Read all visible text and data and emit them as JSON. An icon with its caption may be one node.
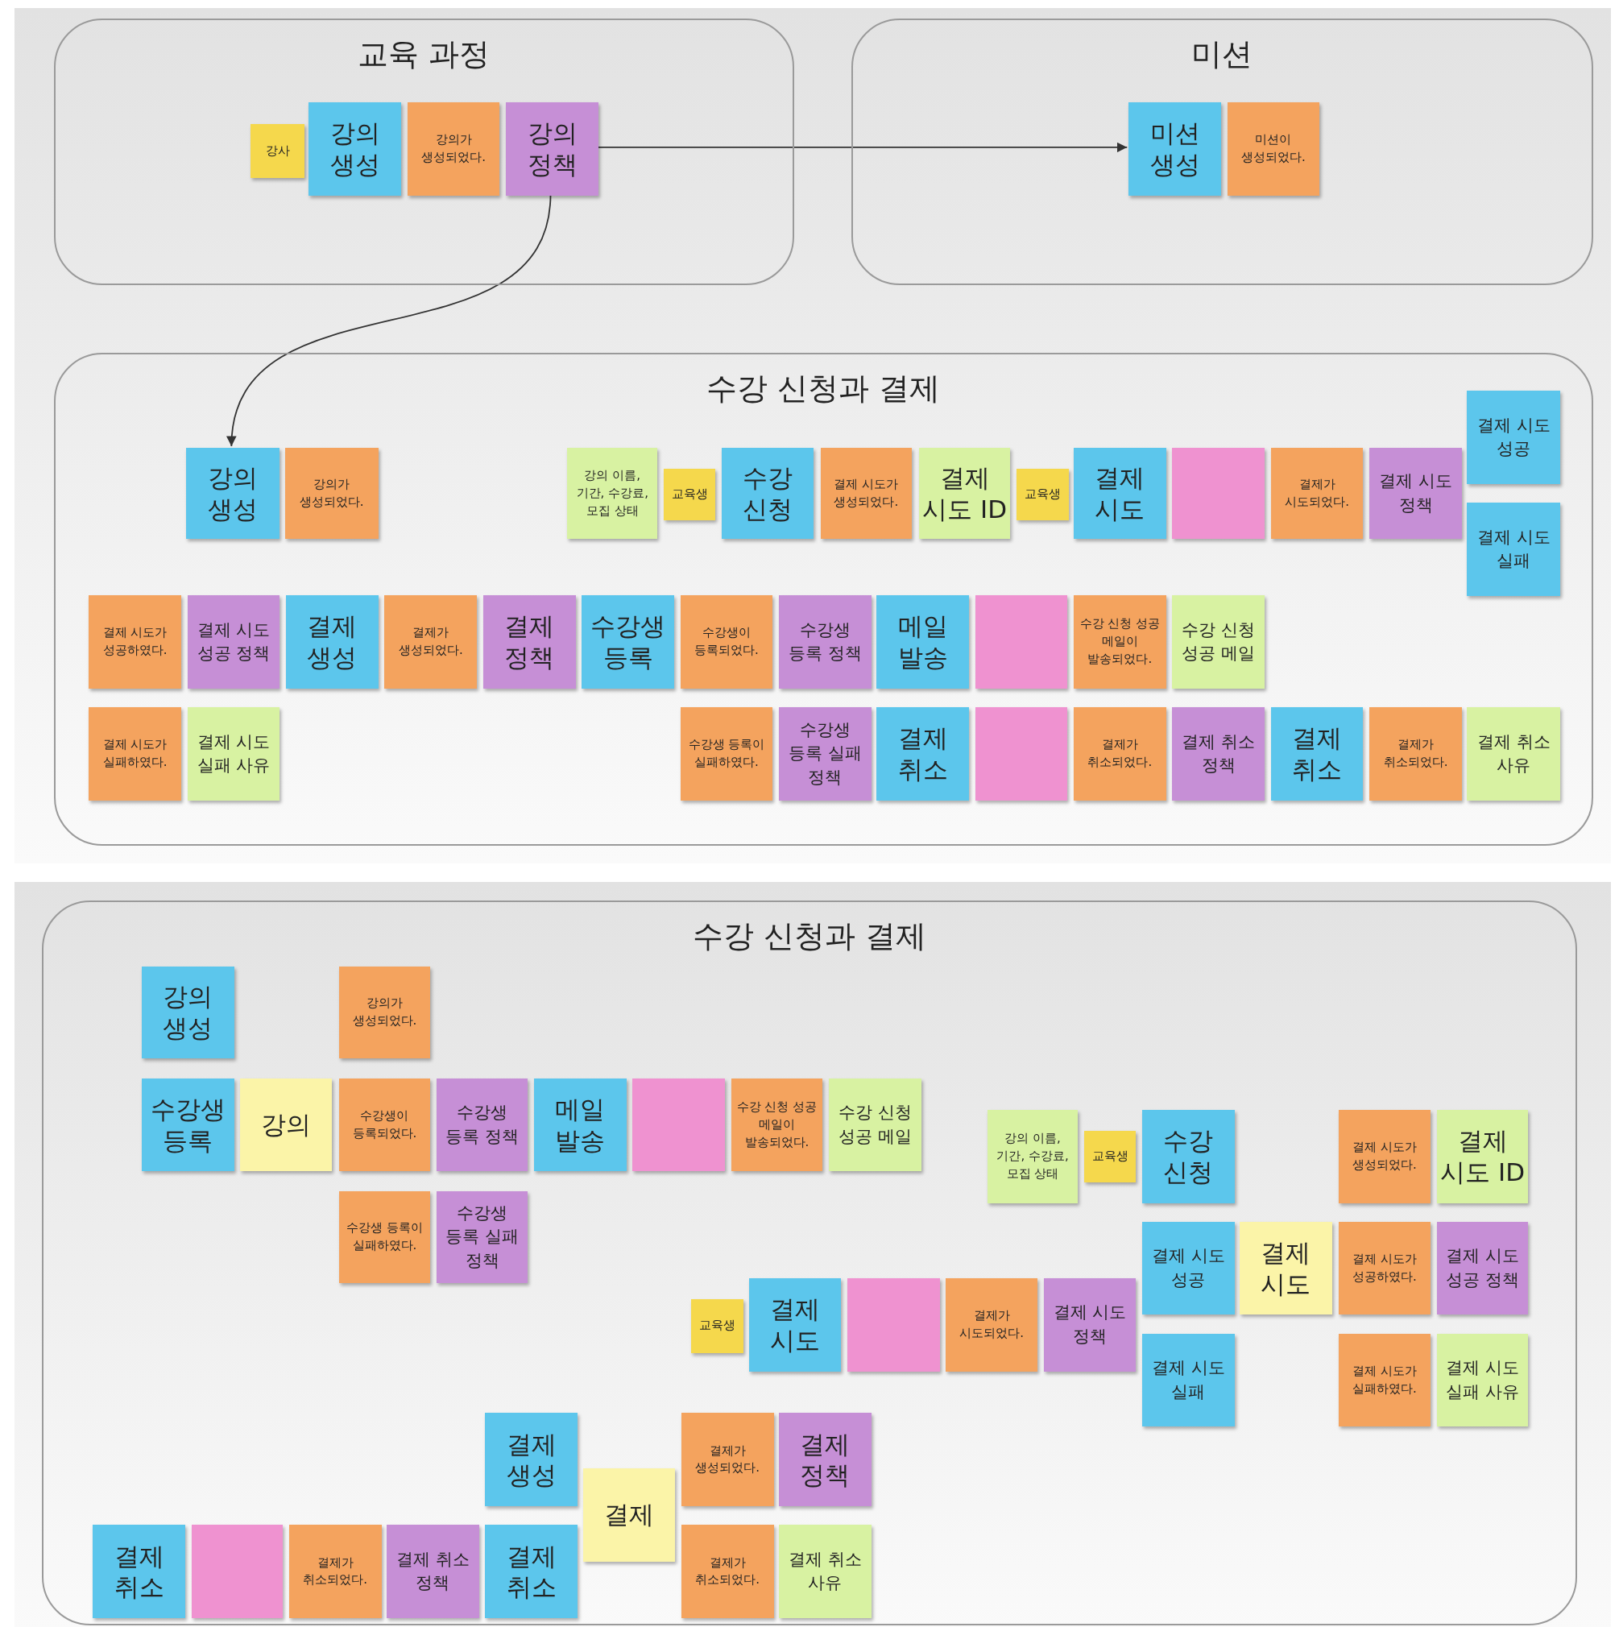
{
  "diagram": {
    "nodes": [
      {
        "text": [
          "교육 과정"
        ]
      },
      {
        "text": [
          "강사"
        ],
        "in": 0
      },
      {
        "text": [
          "강의 생성"
        ],
        "in": 0
      },
      {
        "text": [
          "강의가 생성되었다."
        ],
        "in": 0
      },
      {
        "text": [
          "강의 정책"
        ],
        "in": 0
      },
      {
        "text": [
          "미션"
        ]
      },
      {
        "text": [
          "미션 생성"
        ],
        "in": 5
      },
      {
        "text": [
          "미션이 생성되었다."
        ],
        "in": 5
      },
      {
        "text": [
          "수강 신청과 결제"
        ]
      },
      {
        "text": [
          "강의 생성"
        ],
        "in": 8
      },
      {
        "text": [
          "강의가 생성되었다."
        ],
        "in": 8
      },
      {
        "text": [
          "강의 이름, 기간, 수강료, 모집 상태"
        ],
        "in": 8
      },
      {
        "text": [
          "교육생"
        ],
        "in": 8
      },
      {
        "text": [
          "수강 신청"
        ],
        "in": 8
      },
      {
        "text": [
          "결제 시도가 생성되었다."
        ],
        "in": 8
      },
      {
        "text": [
          "결제 시도 ID"
        ],
        "in": 8
      },
      {
        "text": [
          "교육생"
        ],
        "in": 8
      },
      {
        "text": [
          "결제 시도"
        ],
        "in": 8
      },
      {
        "text": [],
        "shape": "box",
        "in": 8
      },
      {
        "text": [
          "결제가 시도되었다."
        ],
        "in": 8
      },
      {
        "text": [
          "결제 시도 정책"
        ],
        "in": 8
      },
      {
        "text": [
          "결제 시도 성공"
        ],
        "in": 8
      },
      {
        "text": [
          "결제 시도 실패"
        ],
        "in": 8
      },
      {
        "text": [
          "결제 시도가 성공하였다."
        ],
        "in": 8
      },
      {
        "text": [
          "결제 시도 성공 정책"
        ],
        "in": 8
      },
      {
        "text": [
          "결제 생성"
        ],
        "in": 8
      },
      {
        "text": [
          "결제가 생성되었다."
        ],
        "in": 8
      },
      {
        "text": [
          "결제 정책"
        ],
        "in": 8
      },
      {
        "text": [
          "수강생 등록"
        ],
        "in": 8
      },
      {
        "text": [
          "수강생이 등록되었다."
        ],
        "in": 8
      },
      {
        "text": [
          "수강생 등록 정책"
        ],
        "in": 8
      },
      {
        "text": [
          "메일 발송"
        ],
        "in": 8
      },
      {
        "text": [],
        "shape": "box",
        "in": 8
      },
      {
        "text": [
          "수강 신청 성공 메일이 발송되었다."
        ],
        "in": 8
      },
      {
        "text": [
          "수강 신청 성공 메일"
        ],
        "in": 8
      },
      {
        "text": [
          "결제 시도가 실패하였다."
        ],
        "in": 8
      },
      {
        "text": [
          "결제 시도 실패 사유"
        ],
        "in": 8
      },
      {
        "text": [
          "수강생 등록이 실패하였다."
        ],
        "in": 8
      },
      {
        "text": [
          "수강생 등록 실패 정책"
        ],
        "in": 8
      },
      {
        "text": [
          "결제 취소"
        ],
        "in": 8
      },
      {
        "text": [],
        "shape": "box",
        "in": 8
      },
      {
        "text": [
          "결제가 취소되었다."
        ],
        "in": 8
      },
      {
        "text": [
          "결제 취소 정책"
        ],
        "in": 8
      },
      {
        "text": [
          "결제 취소"
        ],
        "in": 8
      },
      {
        "text": [
          "결제가 취소되었다."
        ],
        "in": 8
      },
      {
        "text": [
          "결제 취소 사유"
        ],
        "in": 8
      },
      {
        "text": [
          "수강 신청과 결제"
        ]
      },
      {
        "text": [
          "강의 생성"
        ],
        "in": 46
      },
      {
        "text": [
          "강의가 생성되었다."
        ],
        "in": 46
      },
      {
        "text": [
          "수강생 등록"
        ],
        "in": 46
      },
      {
        "text": [
          "강의"
        ],
        "in": 46
      },
      {
        "text": [
          "수강생이 등록되었다."
        ],
        "in": 46
      },
      {
        "text": [
          "수강생 등록 정책"
        ],
        "in": 46
      },
      {
        "text": [
          "메일 발송"
        ],
        "in": 46
      },
      {
        "text": [],
        "shape": "box",
        "in": 46
      },
      {
        "text": [
          "수강 신청 성공 메일이 발송되었다."
        ],
        "in": 46
      },
      {
        "text": [
          "수강 신청 성공 메일"
        ],
        "in": 46
      },
      {
        "text": [
          "수강생 등록이 실패하였다."
        ],
        "in": 46
      },
      {
        "text": [
          "수강생 등록 실패 정책"
        ],
        "in": 46
      },
      {
        "text": [
          "강의 이름, 기간, 수강료, 모집 상태"
        ],
        "in": 46
      },
      {
        "text": [
          "교육생"
        ],
        "in": 46
      },
      {
        "text": [
          "수강 신청"
        ],
        "in": 46
      },
      {
        "text": [
          "결제 시도가 생성되었다."
        ],
        "in": 46
      },
      {
        "text": [
          "결제 시도 ID"
        ],
        "in": 46
      },
      {
        "text": [
          "결제 시도 성공"
        ],
        "in": 46
      },
      {
        "text": [
          "결제 시도"
        ],
        "in": 46
      },
      {
        "text": [
          "결제 시도가 성공하였다."
        ],
        "in": 46
      },
      {
        "text": [
          "결제 시도 성공 정책"
        ],
        "in": 46
      },
      {
        "text": [
          "교육생"
        ],
        "in": 46
      },
      {
        "text": [
          "결제 시도"
        ],
        "in": 46
      },
      {
        "text": [],
        "shape": "box",
        "in": 46
      },
      {
        "text": [
          "결제가 시도되었다."
        ],
        "in": 46
      },
      {
        "text": [
          "결제 시도 정책"
        ],
        "in": 46
      },
      {
        "text": [
          "결제 시도 실패"
        ],
        "in": 46
      },
      {
        "text": [
          "결제 시도가 실패하였다."
        ],
        "in": 46
      },
      {
        "text": [
          "결제 시도 실패 사유"
        ],
        "in": 46
      },
      {
        "text": [
          "결제 생성"
        ],
        "in": 46
      },
      {
        "text": [
          "결제가 생성되었다."
        ],
        "in": 46
      },
      {
        "text": [
          "결제 정책"
        ],
        "in": 46
      },
      {
        "text": [
          "결제"
        ],
        "in": 46
      },
      {
        "text": [
          "결제 취소"
        ],
        "in": 46
      },
      {
        "text": [],
        "shape": "box",
        "in": 46
      },
      {
        "text": [
          "결제가 취소되었다."
        ],
        "in": 46
      },
      {
        "text": [
          "결제 취소 정책"
        ],
        "in": 46
      },
      {
        "text": [
          "결제 취소"
        ],
        "in": 46
      },
      {
        "text": [
          "결제가 취소되었다."
        ],
        "in": 46
      },
      {
        "text": [
          "결제 취소 사유"
        ],
        "in": 46
      }
    ],
    "edges": [
      {
        "from": 4,
        "to": 6,
        "arrow": "to"
      },
      {
        "from": 4,
        "to": 9,
        "arrow": "to"
      }
    ]
  }
}
